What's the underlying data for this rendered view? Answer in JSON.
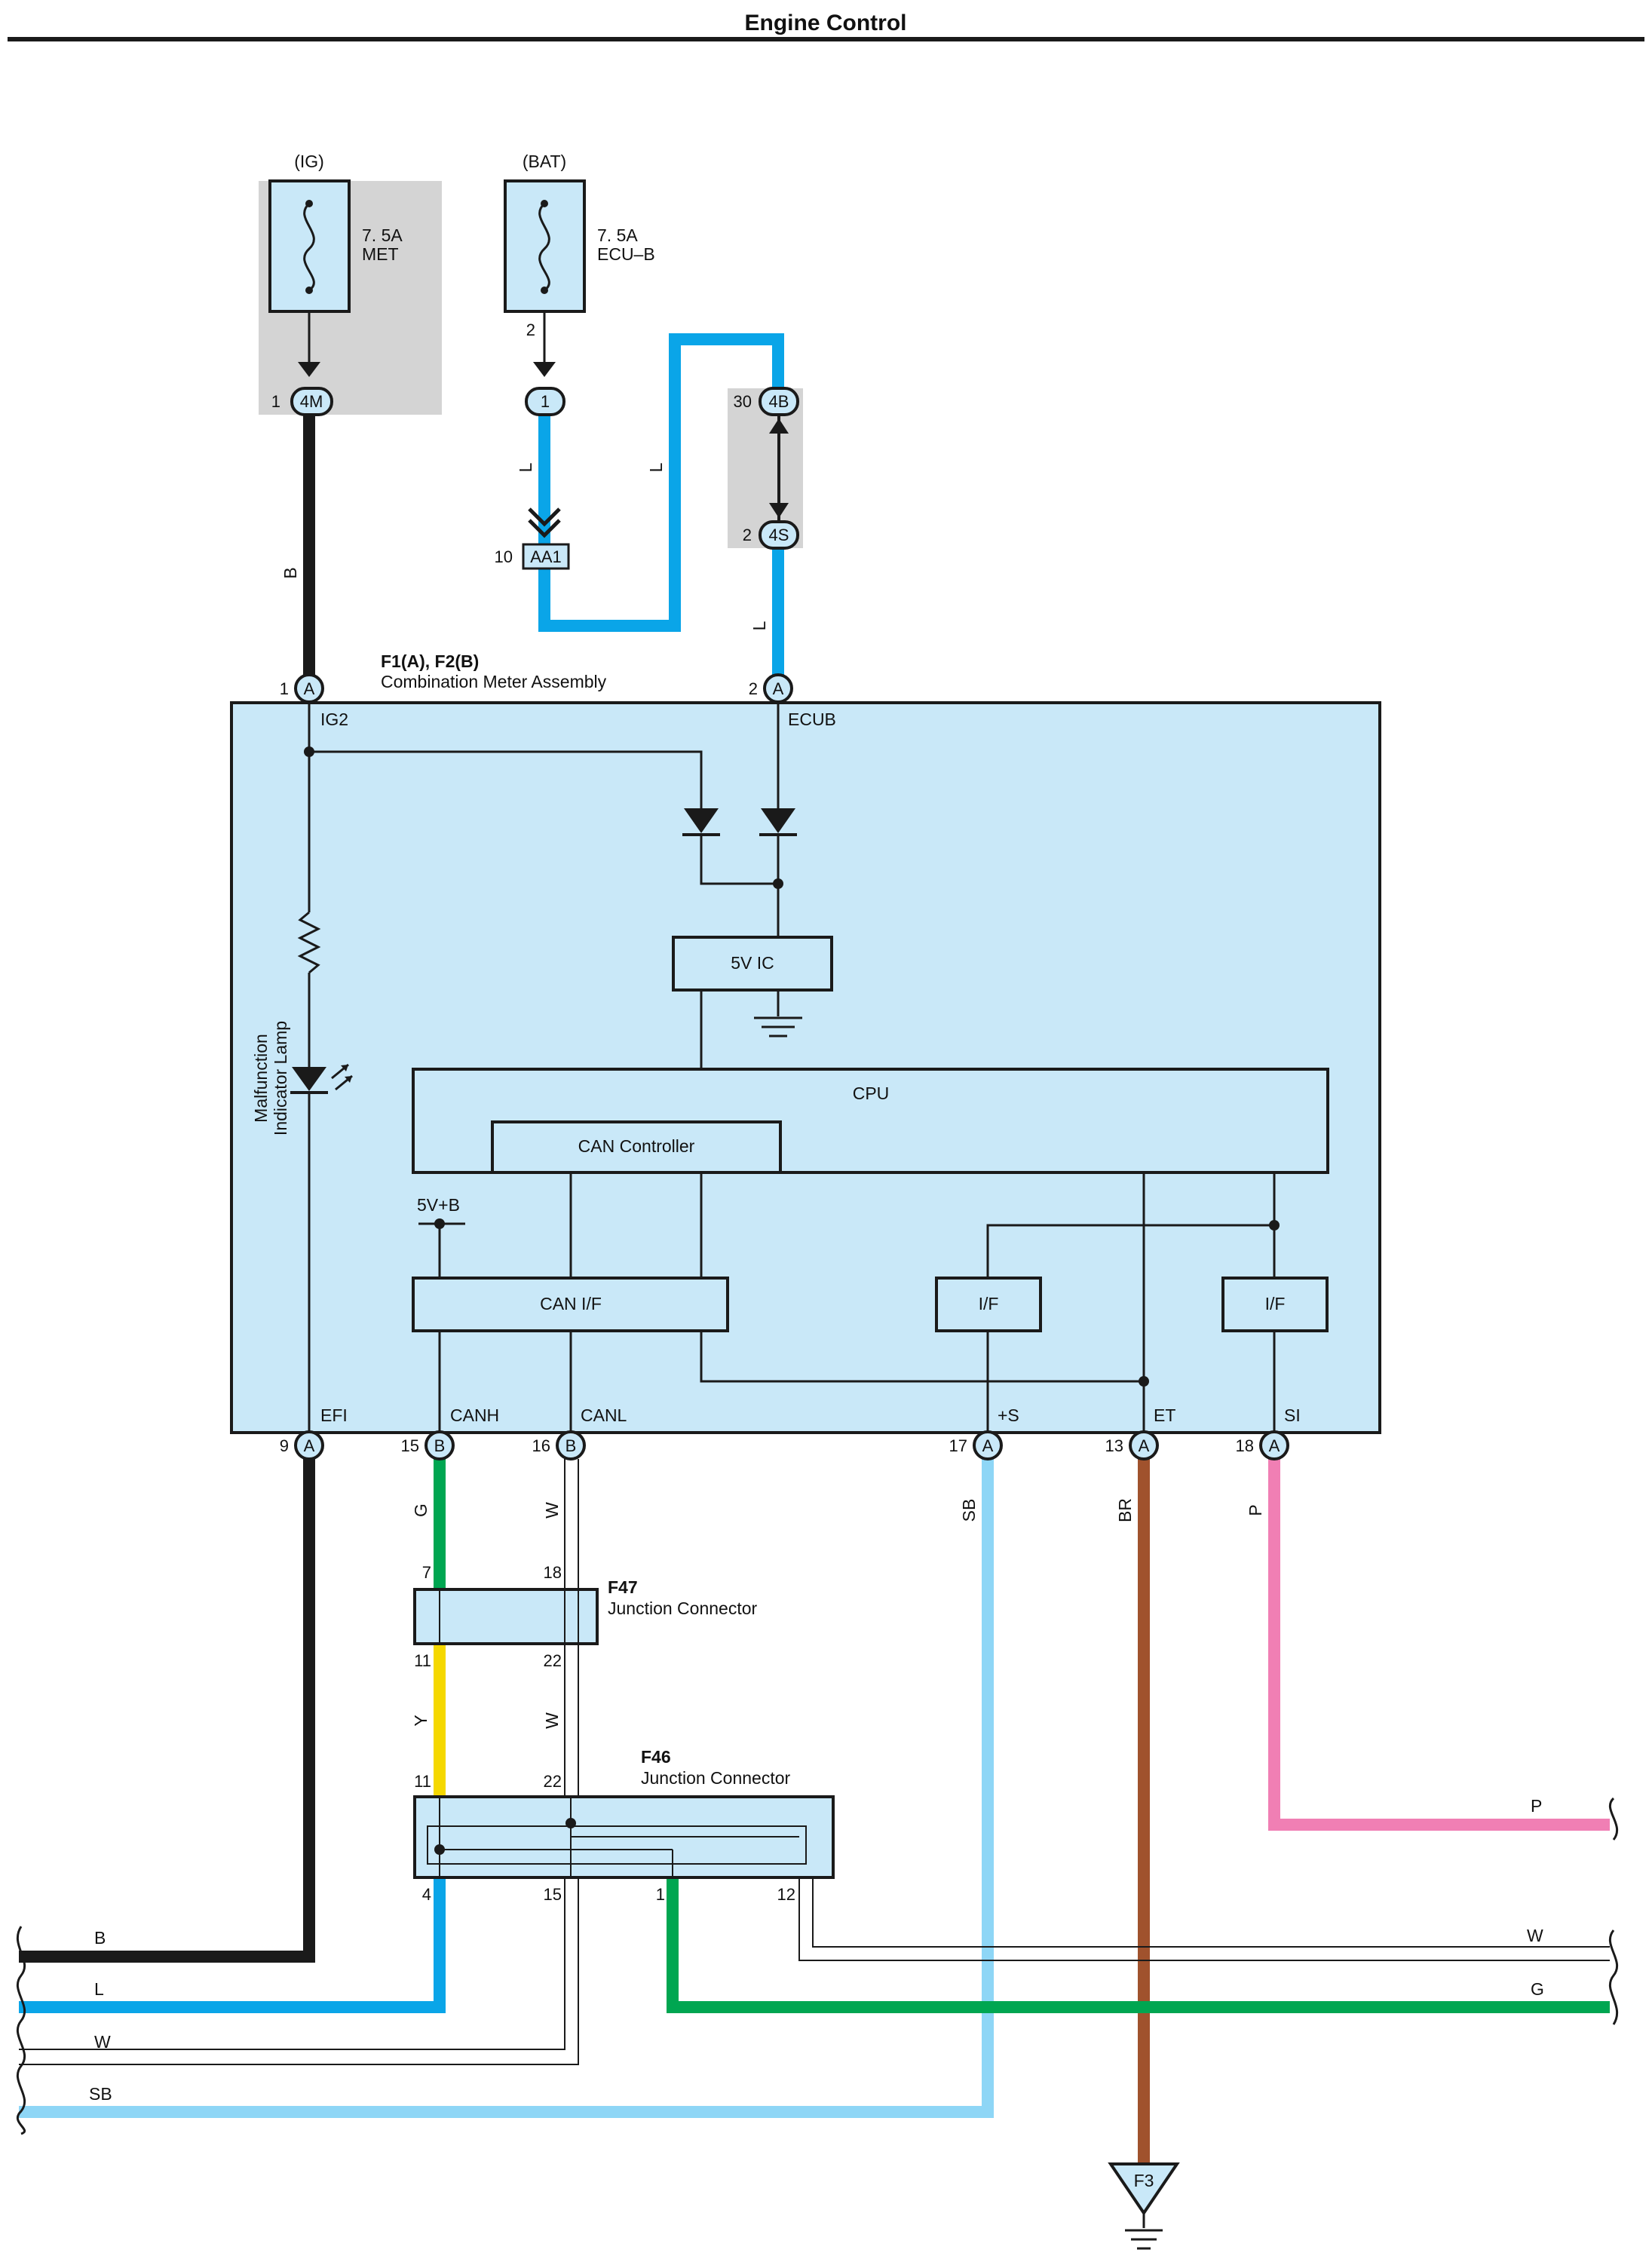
{
  "header": {
    "title": "Engine Control"
  },
  "colors": {
    "module_fill": "#c9e8f8",
    "fuse_shade": "#d4d4d4",
    "wire_B": "#1a1a1a",
    "wire_L": "#0aa5e8",
    "wire_SB": "#8ed6f6",
    "wire_G": "#00a651",
    "wire_Y": "#f5d800",
    "wire_BR": "#a0522d",
    "wire_P": "#f07fb4",
    "wire_W": "#ffffff"
  },
  "fuses": [
    {
      "source": "(IG)",
      "rating": "7. 5A",
      "name": "MET",
      "connector": "4M",
      "pin": "1"
    },
    {
      "source": "(BAT)",
      "rating": "7. 5A",
      "name": "ECU–B",
      "fuse_pin": "2",
      "connector": "1"
    }
  ],
  "connectors": {
    "aa1": {
      "code": "AA1",
      "pin": "10"
    },
    "c4b": {
      "code": "4B",
      "pin": "30"
    },
    "c4s": {
      "code": "4S",
      "pin": "2"
    }
  },
  "meter": {
    "id": "F1(A), F2(B)",
    "name": "Combination Meter Assembly",
    "top_pins": [
      {
        "pin": "1",
        "letter": "A",
        "signal": "IG2"
      },
      {
        "pin": "2",
        "letter": "A",
        "signal": "ECUB"
      }
    ],
    "bottom_pins": [
      {
        "pin": "9",
        "letter": "A",
        "signal": "EFI"
      },
      {
        "pin": "15",
        "letter": "B",
        "signal": "CANH"
      },
      {
        "pin": "16",
        "letter": "B",
        "signal": "CANL"
      },
      {
        "pin": "17",
        "letter": "A",
        "signal": "+S"
      },
      {
        "pin": "13",
        "letter": "A",
        "signal": "ET"
      },
      {
        "pin": "18",
        "letter": "A",
        "signal": "SI"
      }
    ],
    "lamp_label_1": "Malfunction",
    "lamp_label_2": "Indicator Lamp",
    "ic_label": "5V IC",
    "cpu_label": "CPU",
    "can_controller_label": "CAN Controller",
    "can_if_label": "CAN I/F",
    "if_label_1": "I/F",
    "if_label_2": "I/F",
    "supply_label": "5V+B"
  },
  "junctions": [
    {
      "id": "F47",
      "name": "Junction Connector",
      "pins": [
        "7",
        "18",
        "11",
        "22"
      ]
    },
    {
      "id": "F46",
      "name": "Junction Connector",
      "pins": [
        "11",
        "22",
        "4",
        "15",
        "1",
        "12"
      ]
    }
  ],
  "wire_labels": {
    "met_out": "B",
    "ecub_fuse": "L",
    "ecub_loop": "L",
    "ecub_in": "L",
    "canh_upper": "G",
    "canl_upper": "W",
    "canh_mid": "Y",
    "canl_mid": "W",
    "plus_s": "SB",
    "et": "BR",
    "si": "P"
  },
  "harness_labels": {
    "left": [
      "B",
      "L",
      "W",
      "SB"
    ],
    "right": [
      "P",
      "W",
      "G"
    ]
  },
  "ground": {
    "label": "F3"
  }
}
